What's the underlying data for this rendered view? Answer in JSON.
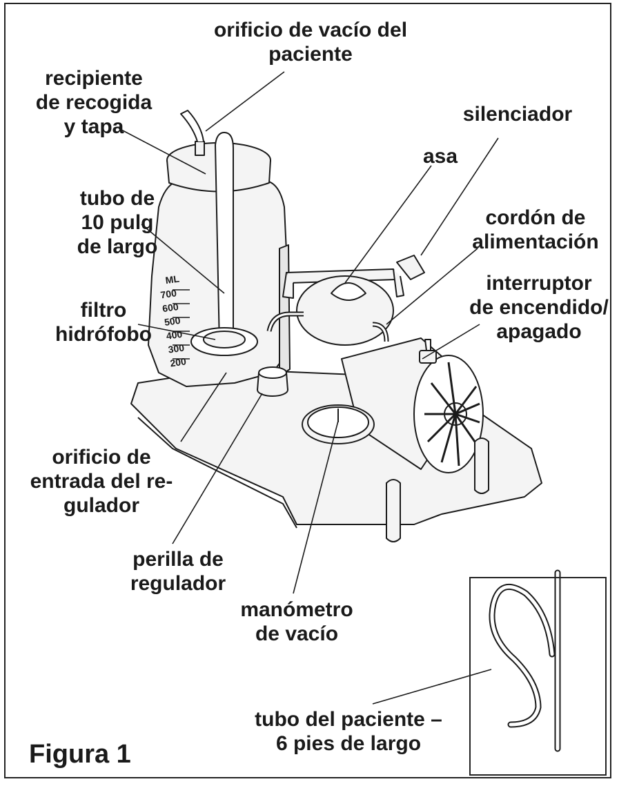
{
  "figure_title": "Figura 1",
  "labels": {
    "patient_vacuum_port": [
      "orificio de vacío del",
      "paciente"
    ],
    "canister": [
      "recipiente",
      "de recogida",
      "y tapa"
    ],
    "muffler": [
      "silenciador"
    ],
    "handle": [
      "asa"
    ],
    "tube_10in": [
      "tubo de",
      "10 pulg",
      "de largo"
    ],
    "power_cord": [
      "cordón de",
      "alimentación"
    ],
    "filter": [
      "filtro",
      "hidrófobo"
    ],
    "power_switch": [
      "interruptor",
      "de encendido/",
      "apagado"
    ],
    "regulator_inlet": [
      "orificio de",
      "entrada del re-",
      "gulador"
    ],
    "regulator_knob": [
      "perilla de",
      "regulador"
    ],
    "vacuum_gauge": [
      "manómetro",
      "de vacío"
    ],
    "patient_tube": [
      "tubo del paciente –",
      "6 pies de largo"
    ]
  },
  "canister_scale": {
    "unit": "ML",
    "ticks": [
      "700",
      "600",
      "500",
      "400",
      "300",
      "200"
    ]
  },
  "colors": {
    "ink": "#1a1a1a",
    "fill": "#f2f2f2",
    "shade": "#d9d9d9"
  }
}
